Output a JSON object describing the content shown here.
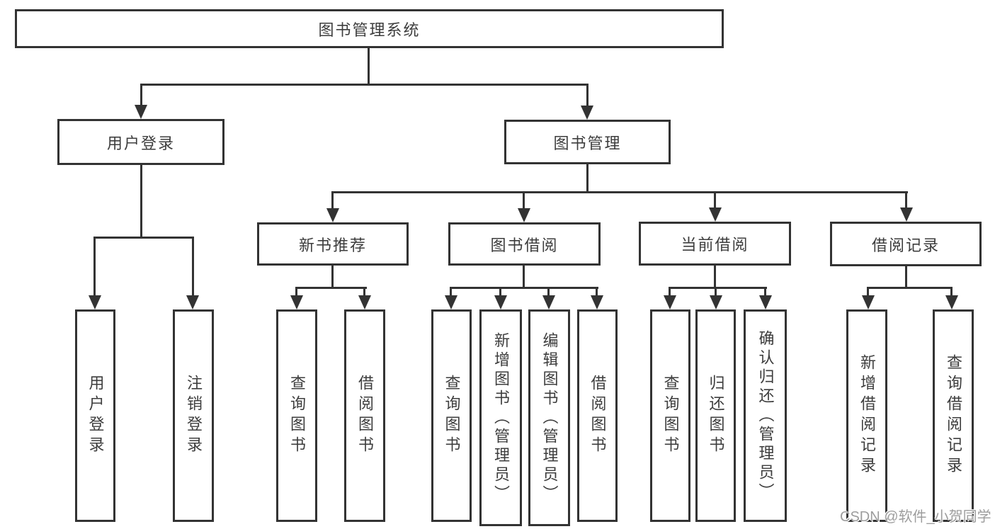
{
  "diagram": {
    "root": {
      "label": "图书管理系统"
    },
    "branches": [
      {
        "label": "用户登录",
        "children": [
          {
            "label": "用户登录"
          },
          {
            "label": "注销登录"
          }
        ]
      },
      {
        "label": "图书管理",
        "children": [
          {
            "label": "新书推荐",
            "children": [
              {
                "label": "查询图书"
              },
              {
                "label": "借阅图书"
              }
            ]
          },
          {
            "label": "图书借阅",
            "children": [
              {
                "label": "查询图书"
              },
              {
                "label": "新增图书（管理员）"
              },
              {
                "label": "编辑图书（管理员）"
              },
              {
                "label": "借阅图书"
              }
            ]
          },
          {
            "label": "当前借阅",
            "children": [
              {
                "label": "查询图书"
              },
              {
                "label": "归还图书"
              },
              {
                "label": "确认归还（管理员）"
              }
            ]
          },
          {
            "label": "借阅记录",
            "children": [
              {
                "label": "新增借阅记录"
              },
              {
                "label": "查询借阅记录"
              }
            ]
          }
        ]
      }
    ]
  },
  "watermark": {
    "text": "CSDN @软件_小贺同学"
  },
  "colors": {
    "line": "#333333",
    "text": "#3d3d3d",
    "watermark": "#9d9d9d",
    "background": "#ffffff"
  }
}
